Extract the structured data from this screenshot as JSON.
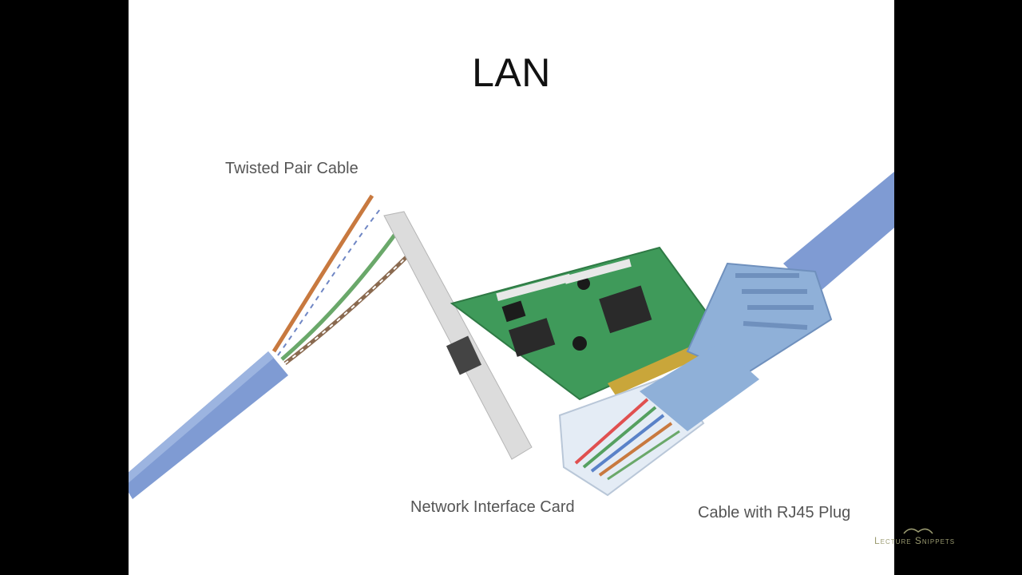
{
  "slide": {
    "title": "LAN",
    "captions": {
      "twisted_pair": "Twisted Pair Cable",
      "nic": "Network Interface Card",
      "rj45": "Cable with RJ45 Plug"
    }
  },
  "watermark": {
    "text": "Lecture Snippets"
  },
  "colors": {
    "cable_blue": "#7f9bd3",
    "plug_blue": "#8fb0d8",
    "pcb_green": "#3f9a5a",
    "bracket": "#d9d9d9"
  }
}
